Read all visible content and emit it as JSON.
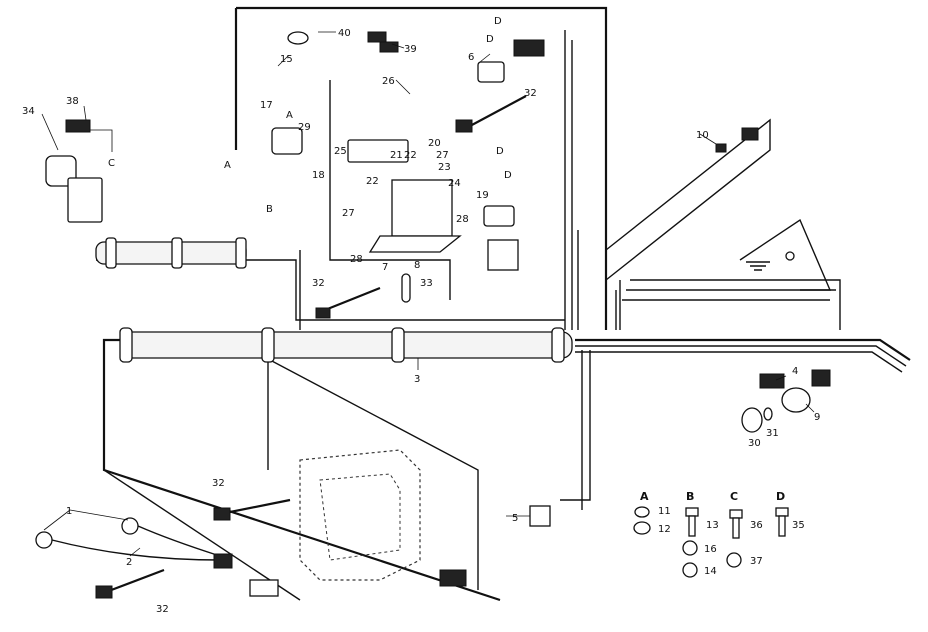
{
  "diagram": {
    "labels": {
      "p1": "1",
      "p2": "2",
      "p3": "3",
      "p4": "4",
      "p5": "5",
      "p6": "6",
      "p7": "7",
      "p8": "8",
      "p9": "9",
      "p10": "10",
      "p11": "11",
      "p12": "12",
      "p13": "13",
      "p14": "14",
      "p15": "15",
      "p16": "16",
      "p17": "17",
      "p18": "18",
      "p19": "19",
      "p20": "20",
      "p21": "21",
      "p22a": "22",
      "p22b": "22",
      "p23": "23",
      "p24": "24",
      "p25": "25",
      "p26": "26",
      "p27a": "27",
      "p27b": "27",
      "p28a": "28",
      "p28b": "28",
      "p29": "29",
      "p30": "30",
      "p31": "31",
      "p32a": "32",
      "p32b": "32",
      "p32c": "32",
      "p32d": "32",
      "p33": "33",
      "p34": "34",
      "p35": "35",
      "p36": "36",
      "p37": "37",
      "p38": "38",
      "p39": "39",
      "p40": "40",
      "letA1": "A",
      "letA2": "A",
      "letB1": "B",
      "letC1": "C",
      "letD1": "D",
      "letD2": "D",
      "letD3": "D",
      "letD4": "D",
      "keyA": "A",
      "keyB": "B",
      "keyC": "C",
      "keyD": "D"
    }
  }
}
